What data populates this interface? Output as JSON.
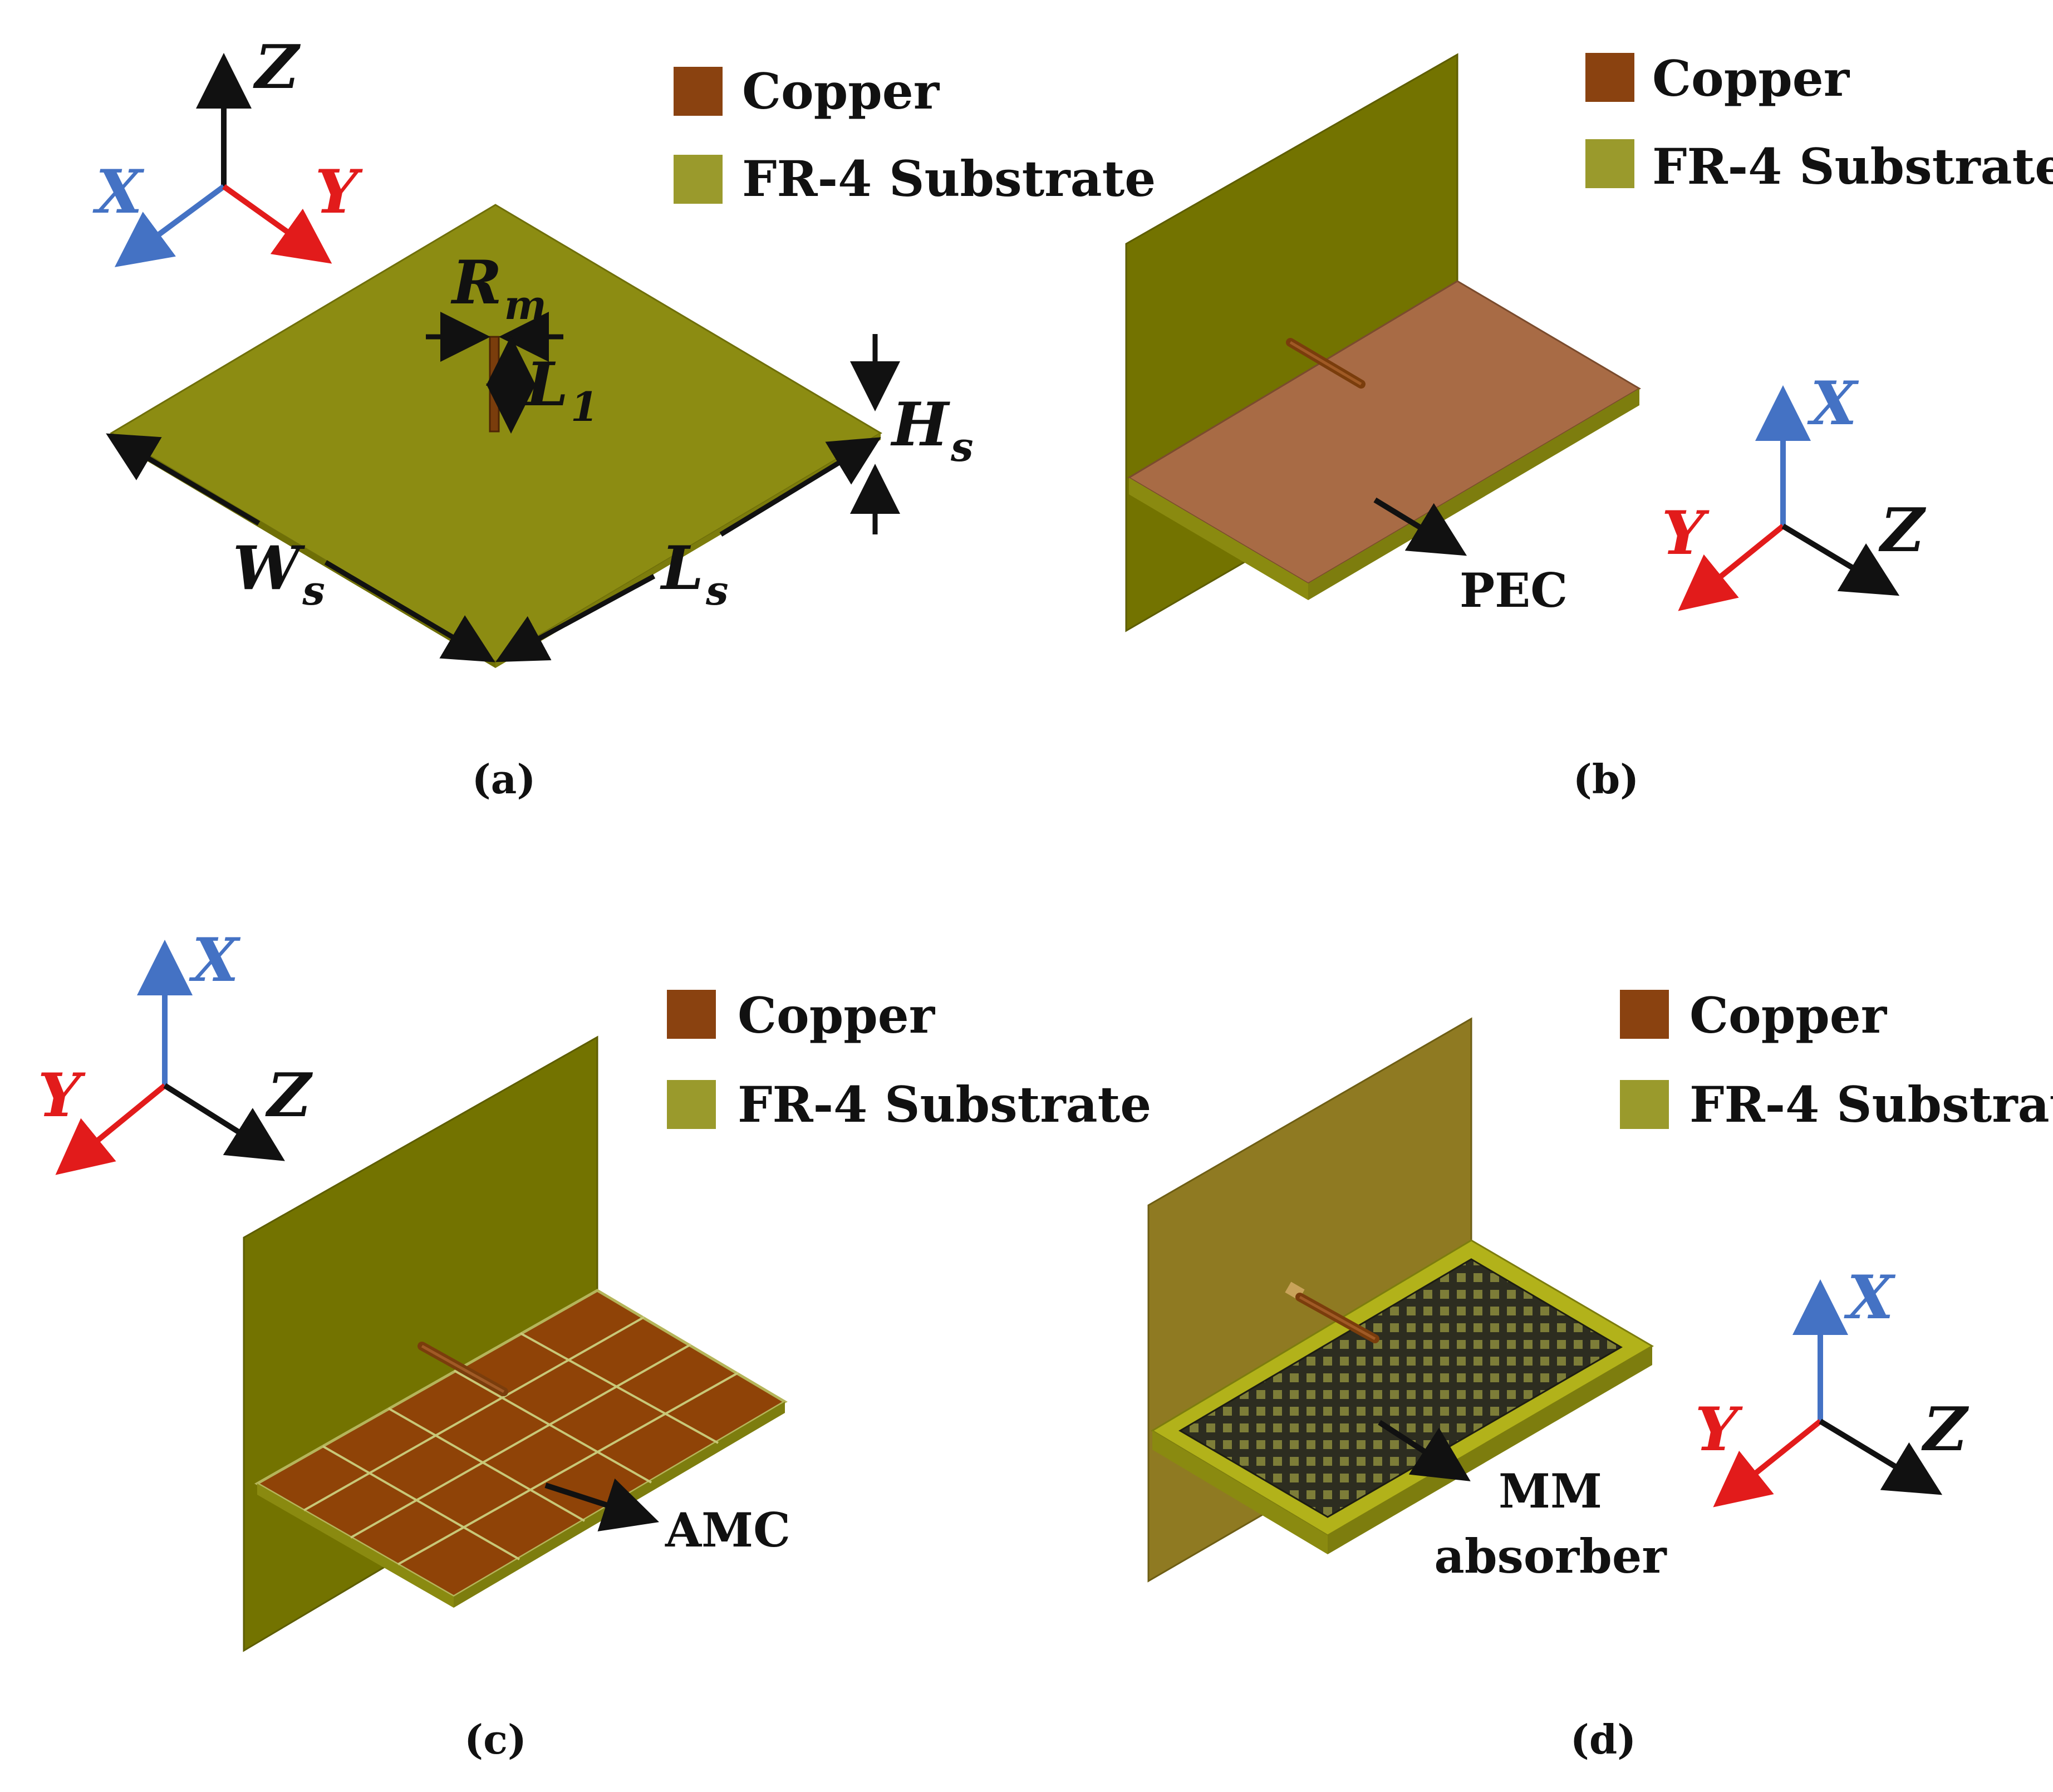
{
  "colors": {
    "copper": "#8a4210",
    "fr4": "#8c8c12",
    "fr4_dark": "#737300",
    "fr4_legend": "#9a9a2c",
    "pec": "#a86b45",
    "amc_tile": "#8f4307",
    "axis_x": "#4472c4",
    "axis_y": "#e21b1b",
    "axis_z": "#111111"
  },
  "axes": {
    "x": "X",
    "y": "Y",
    "z": "Z"
  },
  "legend": {
    "copper": "Copper",
    "substrate": "FR-4 Substrate"
  },
  "panel_a": {
    "caption": "(a)",
    "dims": {
      "rm": {
        "base": "R",
        "sub": "m"
      },
      "l1": {
        "base": "L",
        "sub": "1"
      },
      "hs": {
        "base": "H",
        "sub": "s"
      },
      "ws": {
        "base": "W",
        "sub": "s"
      },
      "ls": {
        "base": "L",
        "sub": "s"
      }
    }
  },
  "panel_b": {
    "caption": "(b)",
    "callout": "PEC"
  },
  "panel_c": {
    "caption": "(c)",
    "callout": "AMC"
  },
  "panel_d": {
    "caption": "(d)",
    "callout_line1": "MM",
    "callout_line2": "absorber"
  }
}
